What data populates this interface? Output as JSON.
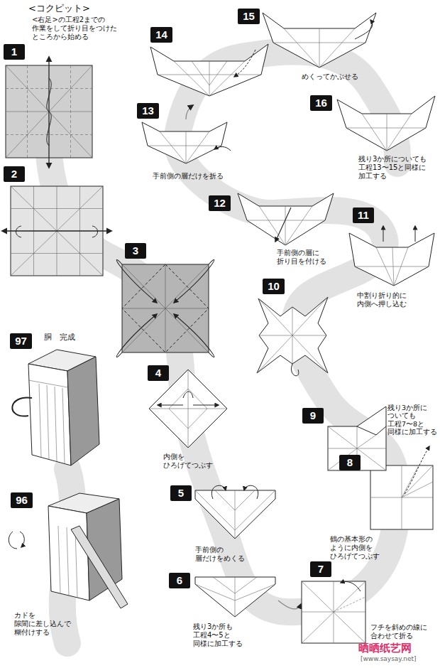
{
  "diagram": {
    "title": "<コクピット>",
    "nodes": [
      {
        "text": [
          "1"
        ]
      },
      {
        "text": [
          "2"
        ]
      },
      {
        "text": [
          "3"
        ]
      },
      {
        "text": [
          "4"
        ]
      },
      {
        "text": [
          "5"
        ]
      },
      {
        "text": [
          "6"
        ]
      },
      {
        "text": [
          "7"
        ]
      },
      {
        "text": [
          "8"
        ]
      },
      {
        "text": [
          "9"
        ]
      },
      {
        "text": [
          "10"
        ]
      },
      {
        "text": [
          "11"
        ]
      },
      {
        "text": [
          "12"
        ]
      },
      {
        "text": [
          "13"
        ]
      },
      {
        "text": [
          "14"
        ]
      },
      {
        "text": [
          "15"
        ]
      },
      {
        "text": [
          "16"
        ]
      },
      {
        "text": [
          "96"
        ]
      },
      {
        "text": [
          "97"
        ]
      }
    ],
    "labels": [
      "<右足>の工程2までの 作業をして折り目をつけた ところから始める",
      "内側を ひろげてつぶす",
      "手前側の 層だけをめくる",
      "残り3か所も 工程4〜5と 同様に加工する",
      "フチを斜めの線に 合わせて折る",
      "鶴の基本形の ように内側を ひろげてつぶす",
      "残り3か所に ついても 工程7〜8と 同様に加工する",
      "中割り折り的に 内側へ押し込む",
      "手前側の層に 折り目を付ける",
      "手前側の層だけを折る",
      "めくってかぶせる",
      "残り3か所についても 工程13〜15と同様に 加工する",
      "胴　完成",
      "カドを 隙間に差し込んで 糊付けする",
      "晒晒纸艺网",
      "[www.saysay.net]"
    ]
  }
}
